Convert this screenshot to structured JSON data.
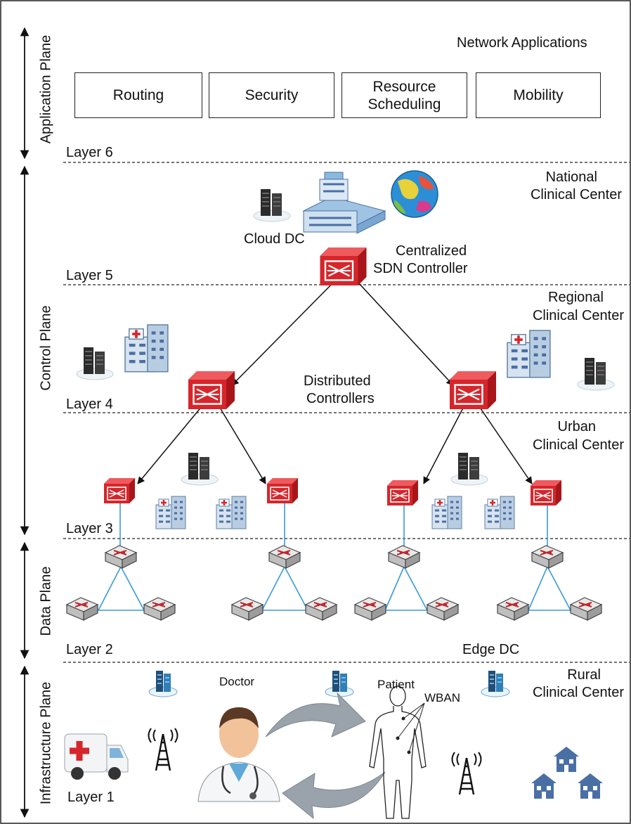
{
  "planes": {
    "application": "Application Plane",
    "control": "Control Plane",
    "data": "Data Plane",
    "infrastructure": "Infrastructure Plane"
  },
  "layers": {
    "l6": "Layer 6",
    "l5": "Layer 5",
    "l4": "Layer 4",
    "l3": "Layer 3",
    "l2": "Layer 2",
    "l1": "Layer 1"
  },
  "applications": {
    "title": "Network Applications",
    "routing": "Routing",
    "security": "Security",
    "resource_line1": "Resource",
    "resource_line2": "Scheduling",
    "mobility": "Mobility"
  },
  "national": {
    "line1": "National",
    "line2": "Clinical Center"
  },
  "cloud_dc": "Cloud DC",
  "centralized": {
    "line1": "Centralized",
    "line2": "SDN Controller"
  },
  "regional": {
    "line1": "Regional",
    "line2": "Clinical Center"
  },
  "distributed": {
    "line1": "Distributed",
    "line2": "Controllers"
  },
  "urban": {
    "line1": "Urban",
    "line2": "Clinical Center"
  },
  "edge_dc": "Edge DC",
  "doctor": "Doctor",
  "patient": "Patient",
  "wban": "WBAN",
  "rural": {
    "line1": "Rural",
    "line2": "Clinical Center"
  },
  "colors": {
    "controller_red": "#d6262b",
    "link_blue": "#3a9ad9",
    "arrow_gray": "#9aa3ab",
    "building_blue": "#4a6fa5"
  }
}
